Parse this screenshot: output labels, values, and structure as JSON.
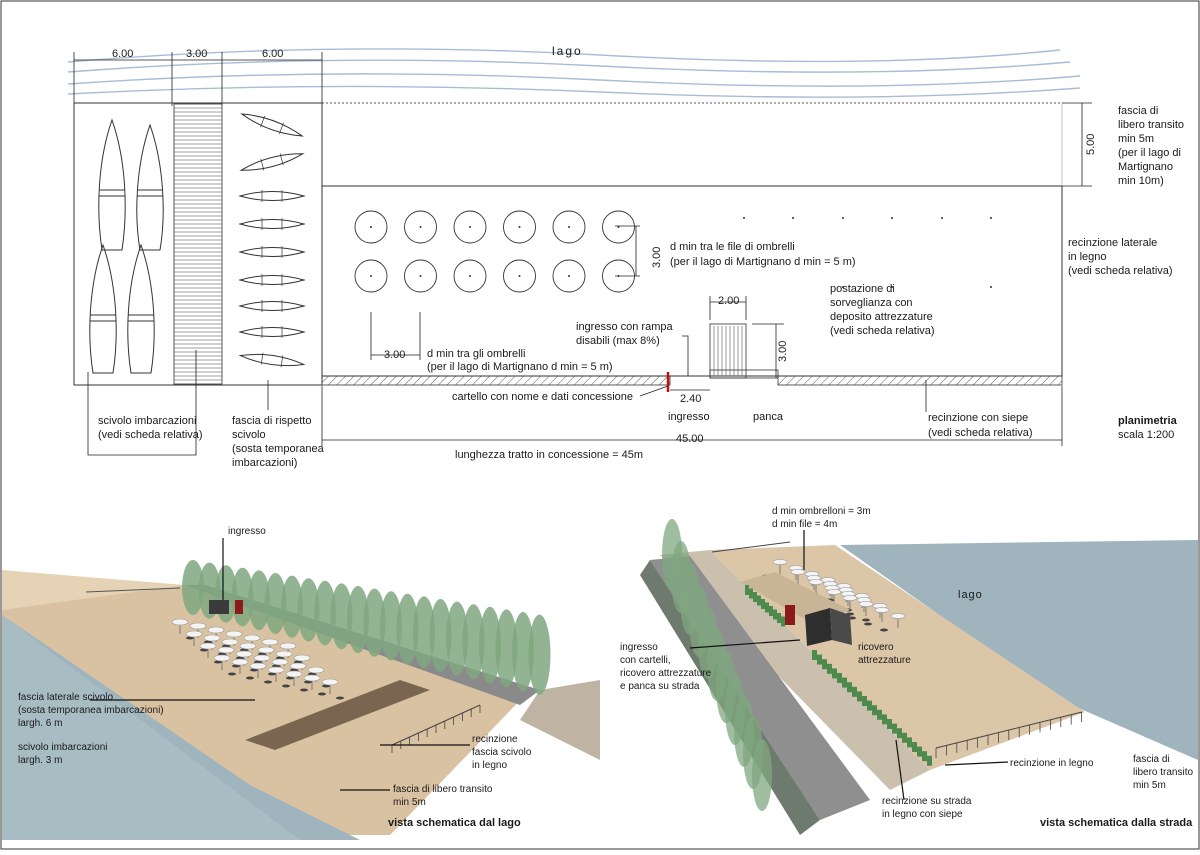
{
  "plan": {
    "lake": "lago",
    "dims_top": [
      "6.00",
      "3.00",
      "6.00"
    ],
    "dim_transit": "5.00",
    "transit_note": [
      "fascia di",
      "libero transito",
      "min 5m",
      "(per il lago di",
      "Martignano",
      "min 10m)"
    ],
    "dim_rows": "3.00",
    "rows_note": [
      "d min tra le file di ombrelli",
      "(per il lago di Martignano d min = 5 m)"
    ],
    "dim_cols": "3.00",
    "cols_note": [
      "d min tra gli ombrelli",
      "(per il lago di Martignano d min = 5 m)"
    ],
    "fence_side_note": [
      "recinzione laterale",
      "in legno",
      "(vedi scheda relativa)"
    ],
    "ramp_note": [
      "ingresso con rampa",
      "disabili (max 8%)"
    ],
    "dim_station_w": "2.00",
    "dim_station_h": "3.00",
    "station_note": [
      "postazione di",
      "sorveglianza con",
      "deposito attrezzature",
      "(vedi scheda relativa)"
    ],
    "dim_entry": "2.40",
    "sign_note": "cartello con nome e dati concessione",
    "entry_label": "ingresso",
    "bench_label": "panca",
    "hedge_note": [
      "recinzione con siepe",
      "(vedi scheda relativa)"
    ],
    "slip_note": [
      "scivolo imbarcazioni",
      "(vedi scheda relativa)"
    ],
    "buffer_note": [
      "fascia di rispetto",
      "scivolo",
      "(sosta temporanea",
      "imbarcazioni)"
    ],
    "dim_total": "45.00",
    "length_note": "lunghezza tratto in concessione = 45m",
    "title": [
      "planimetria",
      "scala 1:200"
    ]
  },
  "view_lake": {
    "ingresso": "ingresso",
    "fascia_laterale": [
      "fascia laterale scivolo",
      "(sosta temporanea imbarcazioni)",
      "largh. 6 m"
    ],
    "scivolo": [
      "scivolo imbarcazioni",
      "largh. 3 m"
    ],
    "recinzione": [
      "recinzione",
      "fascia scivolo",
      "in legno"
    ],
    "transito": [
      "fascia di libero transito",
      "min 5m"
    ],
    "title": "vista schematica dal lago"
  },
  "view_road": {
    "dmin": [
      "d min ombrelloni = 3m",
      "d min file = 4m"
    ],
    "lago": "lago",
    "ingresso": [
      "ingresso",
      "con cartelli,",
      "ricovero attrezzature",
      "e panca su strada"
    ],
    "ricovero": [
      "ricovero",
      "attrezzature"
    ],
    "recinzione_legno": "recinzione in legno",
    "recinzione_strada": [
      "recinzione su strada",
      "in legno con siepe"
    ],
    "transito": [
      "fascia di",
      "libero transito",
      "min 5m"
    ],
    "title": "vista schematica dalla strada"
  },
  "colors": {
    "water": "#9fb4bd",
    "sand": "#dcc6a8",
    "road": "#8f8f8f",
    "tree": "#7fa77f",
    "hedge": "#4e8a4e",
    "red": "#8b1a1a"
  }
}
